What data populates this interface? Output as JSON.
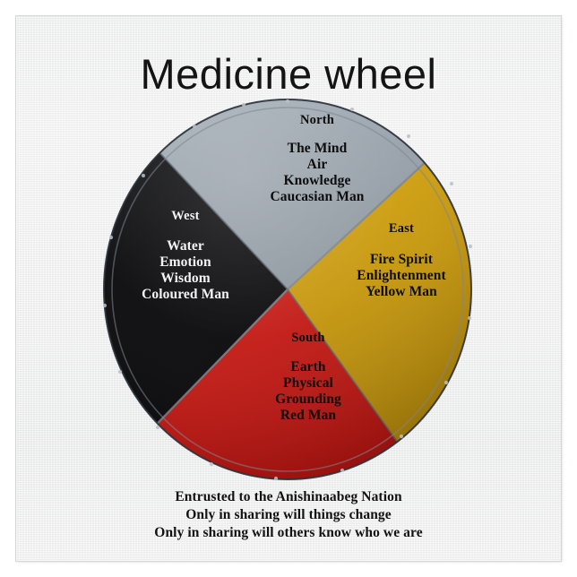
{
  "poster": {
    "title": "Medicine wheel",
    "background_color": "#efefef",
    "title_color": "#141414"
  },
  "wheel": {
    "rim_color": "#3c4551",
    "rim_highlight": "#8f98a2",
    "quadrants": [
      {
        "id": "north",
        "direction": "North",
        "color": "#9aa2ab",
        "text_color": "#0d0d0d",
        "lines": [
          "The Mind",
          "Air",
          "Knowledge",
          "Caucasian Man"
        ]
      },
      {
        "id": "east",
        "direction": "East",
        "color": "#c8990d",
        "text_color": "#0d0d0d",
        "lines": [
          "Fire Spirit",
          "Enlightenment",
          "Yellow Man"
        ]
      },
      {
        "id": "south",
        "direction": "South",
        "color": "#c21a15",
        "text_color": "#0d0d0d",
        "lines": [
          "Earth",
          "Physical",
          "Grounding",
          "Red Man"
        ]
      },
      {
        "id": "west",
        "direction": "West",
        "color": "#0a0a0c",
        "text_color": "#f4f4f4",
        "lines": [
          "Water",
          "Emotion",
          "Wisdom",
          "Coloured Man"
        ]
      }
    ]
  },
  "footer": {
    "lines": [
      "Entrusted to the Anishinaabeg Nation",
      "Only in sharing will things change",
      "Only in sharing will others know who we are"
    ]
  }
}
